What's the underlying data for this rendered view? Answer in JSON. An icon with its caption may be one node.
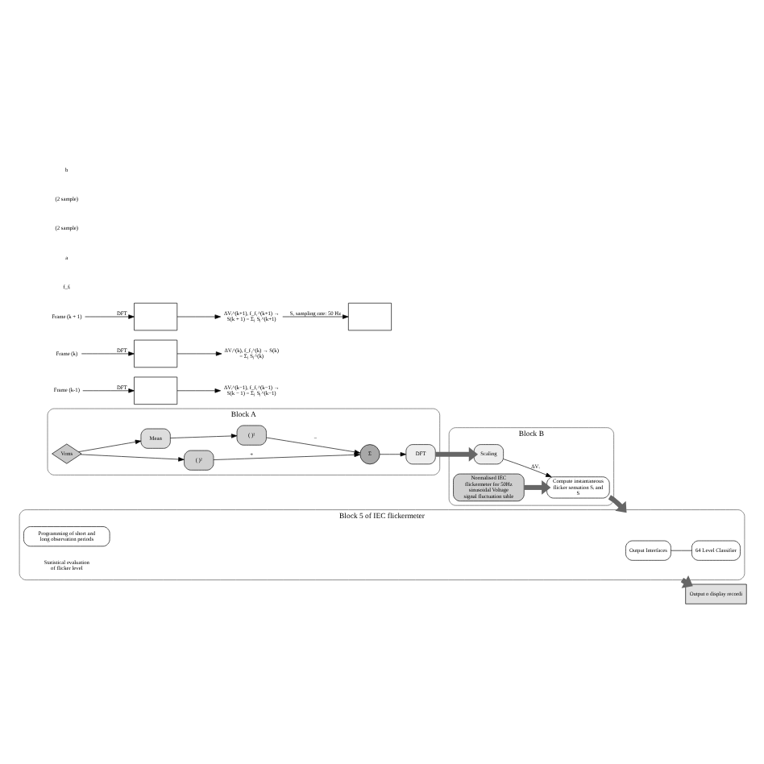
{
  "diagram": {
    "nodes": [
      {
        "text": [
          "Block A"
        ]
      },
      {
        "text": [
          "Vrms"
        ],
        "in": 0
      },
      {
        "text": [
          "( )²"
        ],
        "in": 0
      },
      {
        "text": [
          "Σ"
        ],
        "in": 0
      },
      {
        "text": [
          "DFT"
        ],
        "in": 0
      },
      {
        "text": [
          "Mean"
        ],
        "in": 0
      },
      {
        "text": [
          "( )²"
        ],
        "in": 0
      },
      {
        "text": [
          "Block B"
        ]
      },
      {
        "text": [
          "Scaling"
        ],
        "in": 7
      },
      {
        "text": [
          "Compute instantaneous flicker sensation Sᵢ and S"
        ],
        "in": 7
      },
      {
        "text": [
          "Normalised IEC flickermeter for 50Hz sinusoidal Voltage signal fluctuation table"
        ],
        "in": 7
      },
      {
        "text": [
          "Block 5 of IEC flickermeter",
          "Statistical evaluation of flicker level"
        ]
      },
      {
        "text": [
          "Output Interfaces"
        ],
        "in": 11
      },
      {
        "text": [
          "64 Level Classifier"
        ],
        "in": 11
      },
      {
        "text": [
          "Programming of short and long observation periods"
        ],
        "in": 11
      },
      {
        "text": [
          "Output o display recordi"
        ]
      },
      {
        "text": [
          "Frame (k-1)"
        ]
      },
      {
        "text": [],
        "shape": "chart"
      },
      {
        "text": [
          "Frame (k)"
        ]
      },
      {
        "text": [],
        "shape": "chart"
      },
      {
        "text": [
          "Frame (k + 1)"
        ]
      },
      {
        "text": [],
        "shape": "chart"
      },
      {
        "text": [
          "ΔVᵢ^(k−1), f_f₁^(k−1) → S(k − 1) = Σⱼ Sⱼ^(k−1)"
        ]
      },
      {
        "text": [
          "ΔVᵢ^(k), f_f₁^(k) → S(k) = Σⱼ Sⱼ^(k)"
        ]
      },
      {
        "text": [
          "ΔVᵢ^(k+1), f_f₁^(k+1) → S(k + 1) = Σⱼ Sⱼ^(k+1)"
        ]
      },
      {
        "text": [],
        "shape": "chart"
      }
    ],
    "edges": [
      {
        "from": 1,
        "to": 2,
        "arrow": "to"
      },
      {
        "from": 2,
        "to": 3,
        "arrow": "to",
        "label": "+"
      },
      {
        "from": 1,
        "to": 5,
        "arrow": "to"
      },
      {
        "from": 5,
        "to": 6,
        "arrow": "to"
      },
      {
        "from": 6,
        "to": 3,
        "arrow": "to",
        "label": "−"
      },
      {
        "from": 3,
        "to": 4,
        "arrow": "to"
      },
      {
        "from": 4,
        "to": 8,
        "arrow": "to",
        "style": "thick",
        "color": "#666666"
      },
      {
        "from": 8,
        "to": 9,
        "arrow": "to",
        "label": "ΔVᵢ"
      },
      {
        "from": 10,
        "to": 9,
        "arrow": "to",
        "style": "thick",
        "color": "#666666"
      },
      {
        "from": 9,
        "to": 11,
        "arrow": "to",
        "style": "thick",
        "color": "#666666"
      },
      {
        "from": 12,
        "to": 13,
        "arrow": "none"
      },
      {
        "from": 11,
        "to": 15,
        "arrow": "to",
        "style": "thick",
        "color": "#666666"
      },
      {
        "from": 16,
        "to": 17,
        "arrow": "to",
        "label": "DFT"
      },
      {
        "from": 18,
        "to": 19,
        "arrow": "to",
        "label": "DFT"
      },
      {
        "from": 20,
        "to": 21,
        "arrow": "to",
        "label": "DFT"
      },
      {
        "from": 17,
        "to": 22,
        "arrow": "to"
      },
      {
        "from": 19,
        "to": 23,
        "arrow": "to"
      },
      {
        "from": 21,
        "to": 24,
        "arrow": "to"
      },
      {
        "from": 24,
        "to": 25,
        "arrow": "to",
        "label": "S, sampling rate: 50 Hz"
      }
    ],
    "labels": [
      "f_fᵢ",
      "a",
      "(2 sample)",
      "(2 sample)",
      "b"
    ]
  }
}
